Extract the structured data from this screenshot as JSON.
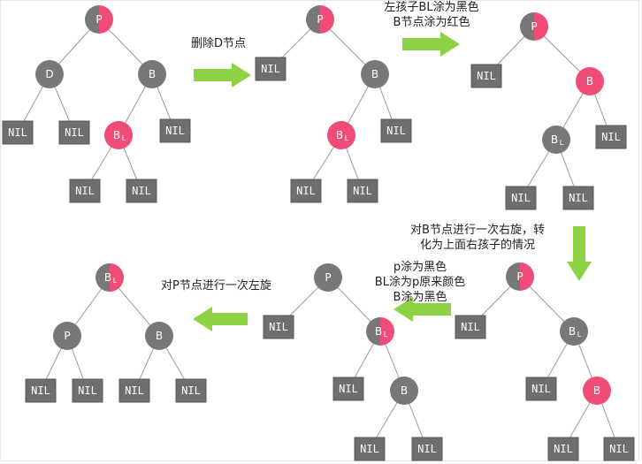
{
  "colors": {
    "black_node": "#787878",
    "red_node": "#f04c78",
    "nil_fill": "#6e6e6e",
    "arrow": "#8cd244"
  },
  "labels": {
    "parent": "P",
    "delete_target": "D",
    "sibling": "B",
    "nephew_main": "B",
    "nephew_sub": "L",
    "nil": "NIL"
  },
  "captions": {
    "step1": "删除D节点",
    "step2_line1": "左孩子BL涂为黑色",
    "step2_line2": "B节点涂为红色",
    "step3_line1": "对B节点进行一次右旋，转",
    "step3_line2": "化为上面右孩子的情况",
    "step4_line1": "p涂为黑色",
    "step4_line2": "BL涂为p原来颜色",
    "step4_line3": "B涂为黑色",
    "step5": "对P节点进行一次左旋"
  }
}
